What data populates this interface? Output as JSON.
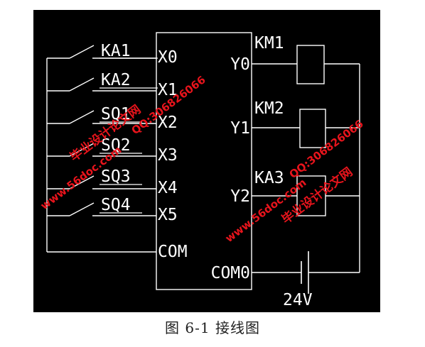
{
  "diagram": {
    "inputs": [
      {
        "label": "KA1",
        "terminal": "X0"
      },
      {
        "label": "KA2",
        "terminal": "X1"
      },
      {
        "label": "SQ1",
        "terminal": "X2"
      },
      {
        "label": "SQ2",
        "terminal": "X3"
      },
      {
        "label": "SQ3",
        "terminal": "X4"
      },
      {
        "label": "SQ4",
        "terminal": "X5"
      }
    ],
    "input_common": "COM",
    "outputs": [
      {
        "label": "KM1",
        "terminal": "Y0"
      },
      {
        "label": "KM2",
        "terminal": "Y1"
      },
      {
        "label": "KA3",
        "terminal": "Y2"
      }
    ],
    "output_common": "COM0",
    "supply": "24V"
  },
  "watermarks": [
    {
      "text": "www.56doc.com"
    },
    {
      "text": "QQ:306826066"
    },
    {
      "text": "毕业设计论文网"
    },
    {
      "text": "www.56doc.com"
    },
    {
      "text": "QQ:306826066"
    },
    {
      "text": "毕业设计论文网"
    }
  ],
  "caption": "图 6-1 接线图",
  "colors": {
    "background": "#000000",
    "line": "#ffffff",
    "watermark": "#e8141c"
  }
}
